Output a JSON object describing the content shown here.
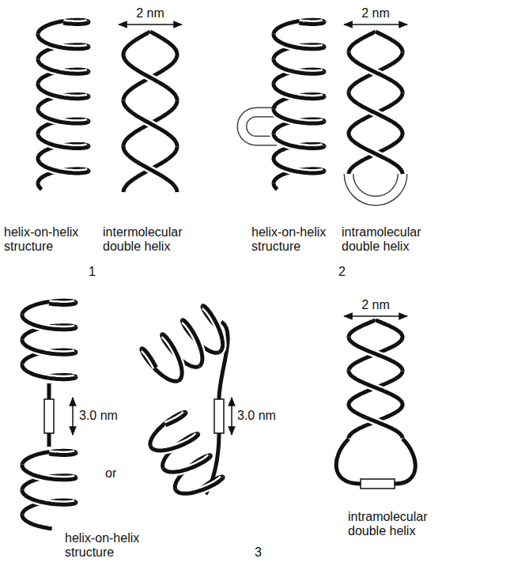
{
  "diagram": {
    "labels": [
      "2 nm",
      "helix-on-helix structure",
      "intermolecular double helix",
      "1",
      "2 nm",
      "helix-on-helix structure",
      "intramolecular double helix",
      "2",
      "3.0 nm",
      "3.0 nm",
      "or",
      "helix-on-helix structure",
      "2 nm",
      "intramolecular double helix",
      "3"
    ]
  }
}
